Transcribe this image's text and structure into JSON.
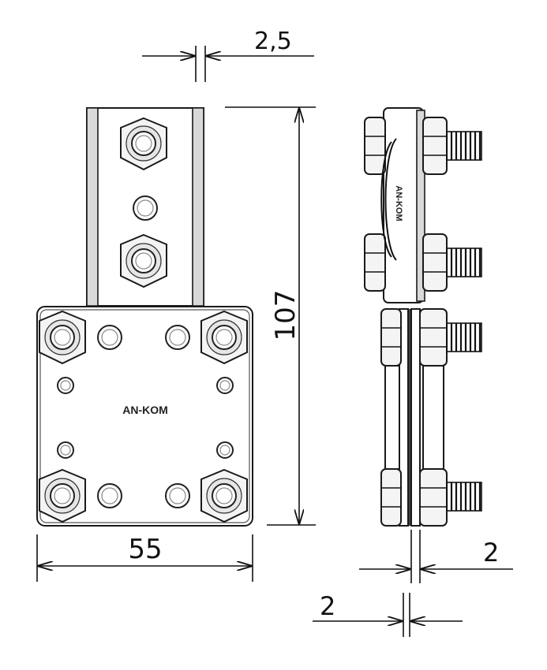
{
  "dimensions": {
    "top_thickness": "2,5",
    "height": "107",
    "width": "55",
    "side_thickness_right": "2",
    "side_thickness_bottom": "2"
  },
  "logo": {
    "front": "AN-KOM",
    "side": "AN-KOM"
  }
}
